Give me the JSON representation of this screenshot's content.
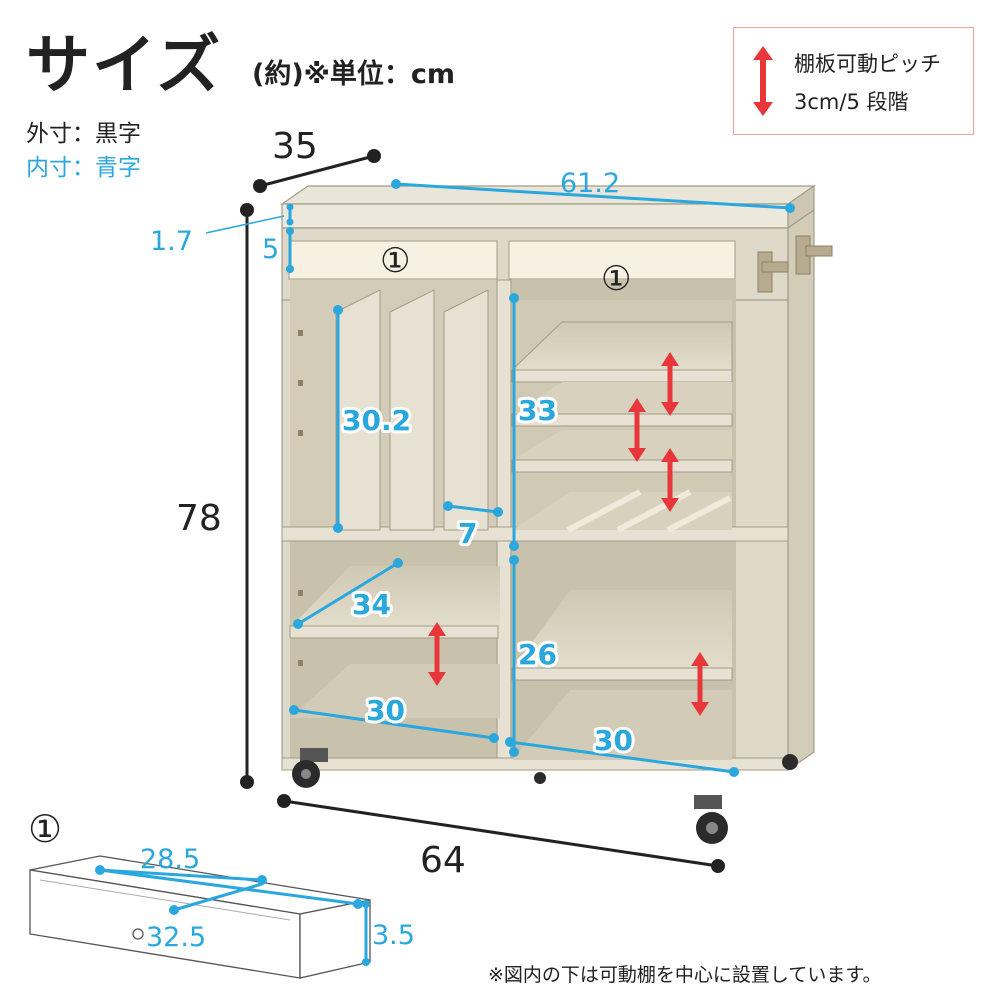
{
  "header": {
    "title": "サイズ",
    "unit_note": "(約)※単位：cm"
  },
  "legend": {
    "outer": "外寸：黒字",
    "inner": "内寸：青字"
  },
  "pitch_note": {
    "line1": "棚板可動ピッチ",
    "line2": "3cm/5 段階"
  },
  "outer_dims": {
    "depth": "35",
    "height": "78",
    "width": "64"
  },
  "inner_dims": {
    "top_width": "61.2",
    "top_board": "1.7",
    "drawer_height": "5",
    "divider_height": "30.2",
    "divider_gap": "7",
    "upper_right_height": "33",
    "lower_left_depth": "34",
    "lower_right_height": "26",
    "bottom_left_width": "30",
    "bottom_right_width": "30"
  },
  "drawer_markers": {
    "left": "①",
    "right": "①"
  },
  "drawer_detail": {
    "label": "①",
    "inner_width": "28.5",
    "outer_width": "32.5",
    "height": "3.5"
  },
  "footnote": "※図内の下は可動棚を中心に設置しています。",
  "colors": {
    "inner_dimension": "#2aa7dd",
    "outer_dimension": "#222222",
    "pitch_arrow": "#e8373a",
    "furniture_body": "#ddd8c8"
  }
}
